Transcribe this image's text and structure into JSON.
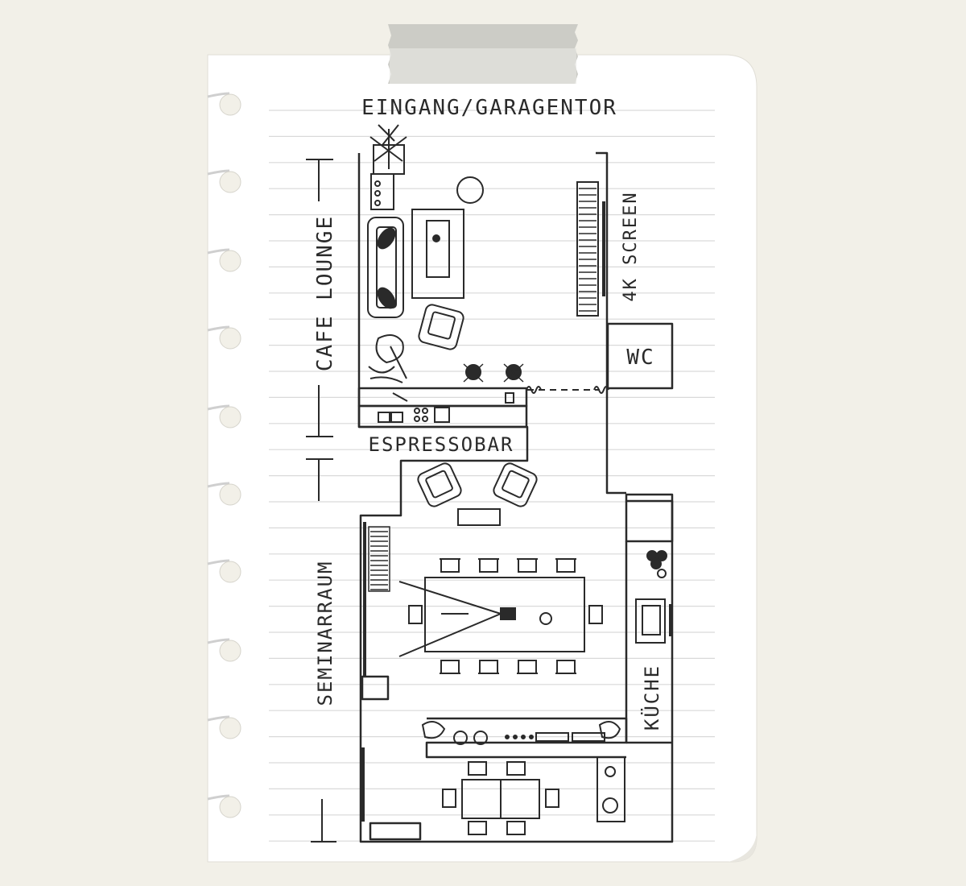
{
  "labels": {
    "entrance": "EINGANG/GARAGENTOR",
    "cafe_lounge": "CAFE LOUNGE",
    "screen": "4K SCREEN",
    "wc": "WC",
    "espresso_bar": "ESPRESSOBAR",
    "seminar": "SEMINARRAUM",
    "kitchen": "KÜCHE"
  },
  "colors": {
    "background": "#f2f0e8",
    "paper": "#ffffff",
    "ruled_line": "#d9d9d9",
    "ink": "#2a2a2a",
    "tape": "#c9c9c4"
  },
  "icons": {
    "plant": "leaf-icon",
    "chair": "chair-icon",
    "stool": "stool-icon",
    "sink": "sink-icon",
    "stove": "stove-icon"
  }
}
